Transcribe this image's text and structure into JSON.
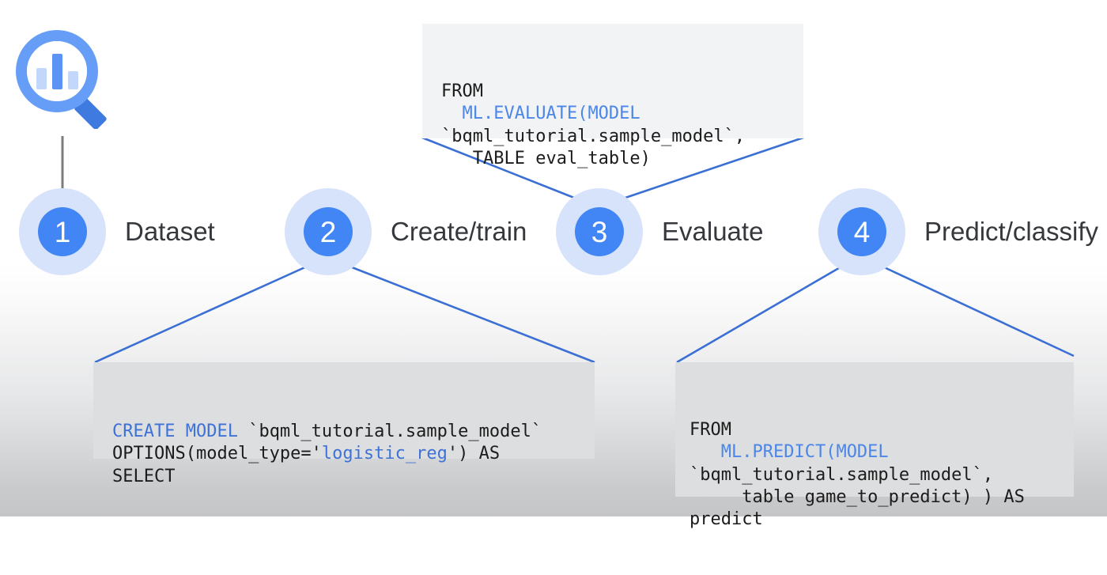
{
  "diagram": {
    "title": "BigQuery ML workflow",
    "logo": {
      "name": "bigquery-logo",
      "alt": "BigQuery magnifying glass logo"
    },
    "accent_color": "#4285f4",
    "halo_color": "#d7e3fb",
    "wire_color": "#3b6fd4",
    "logo_wire_color": "#7c7c7c",
    "code_bg_top": "#f1f3f4",
    "code_bg_bottom": "#dddedf",
    "label_color": "#35383c"
  },
  "steps": [
    {
      "number": "1",
      "label": "Dataset"
    },
    {
      "number": "2",
      "label": "Create/train"
    },
    {
      "number": "3",
      "label": "Evaluate"
    },
    {
      "number": "4",
      "label": "Predict/classify"
    }
  ],
  "code_blocks": {
    "evaluate": {
      "id": "evaluate-code",
      "lines": [
        [
          {
            "t": "FROM",
            "c": "plain"
          }
        ],
        [
          {
            "t": "  ",
            "c": "plain"
          },
          {
            "t": "ML.EVALUATE(MODEL",
            "c": "fn"
          }
        ],
        [
          {
            "t": "`bqml_tutorial.sample_model`,",
            "c": "plain"
          }
        ],
        [
          {
            "t": "   TABLE eval_table)",
            "c": "plain"
          }
        ]
      ],
      "plain_text": "FROM\n  ML.EVALUATE(MODEL\n`bqml_tutorial.sample_model`,\n   TABLE eval_table)"
    },
    "create_train": {
      "id": "create-train-code",
      "lines": [
        [
          {
            "t": "CREATE MODEL",
            "c": "kw"
          },
          {
            "t": " `bqml_tutorial.sample_model`",
            "c": "plain"
          }
        ],
        [
          {
            "t": "OPTIONS(model_type='",
            "c": "plain"
          },
          {
            "t": "logistic_reg",
            "c": "str"
          },
          {
            "t": "') AS",
            "c": "plain"
          }
        ],
        [
          {
            "t": "SELECT",
            "c": "plain"
          }
        ]
      ],
      "plain_text": "CREATE MODEL `bqml_tutorial.sample_model`\nOPTIONS(model_type='logistic_reg') AS\nSELECT"
    },
    "predict": {
      "id": "predict-code",
      "lines": [
        [
          {
            "t": "FROM",
            "c": "plain"
          }
        ],
        [
          {
            "t": "   ",
            "c": "plain"
          },
          {
            "t": "ML.PREDICT(MODEL",
            "c": "fn"
          }
        ],
        [
          {
            "t": "`bqml_tutorial.sample_model`,",
            "c": "plain"
          }
        ],
        [
          {
            "t": "     table game_to_predict) ) AS",
            "c": "plain"
          }
        ],
        [
          {
            "t": "predict",
            "c": "plain"
          }
        ]
      ],
      "plain_text": "FROM\n   ML.PREDICT(MODEL\n`bqml_tutorial.sample_model`,\n     table game_to_predict) ) AS\npredict"
    }
  }
}
